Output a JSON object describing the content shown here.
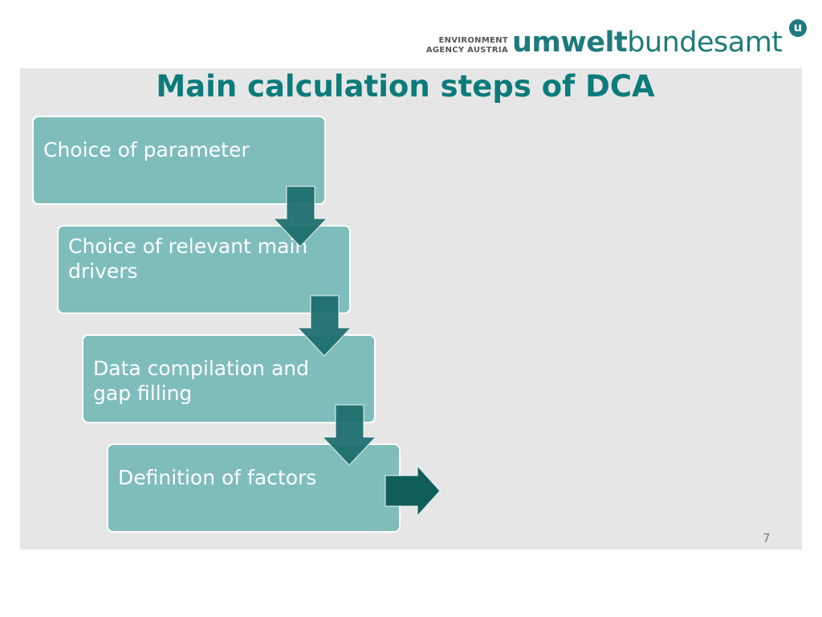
{
  "header": {
    "logo_small_line1": "ENVIRONMENT",
    "logo_small_line2": "AGENCY AUSTRIA",
    "logo_bold": "umwelt",
    "logo_regular": "bundesamt",
    "logo_mark": "u"
  },
  "slide": {
    "title": "Main calculation steps of DCA",
    "page_number": "7"
  },
  "diagram": {
    "steps": [
      {
        "label": "Choice of parameter"
      },
      {
        "label": "Choice of relevant main drivers"
      },
      {
        "label": "Data compilation and gap filling"
      },
      {
        "label": "Definition of factors"
      }
    ],
    "colors": {
      "box_fill": "#7fbdbc",
      "arrow_fill": "#1a6b6b",
      "final_arrow_fill": "#0f5e5c",
      "title": "#0b7b7b",
      "panel": "#e6e6e6"
    }
  }
}
